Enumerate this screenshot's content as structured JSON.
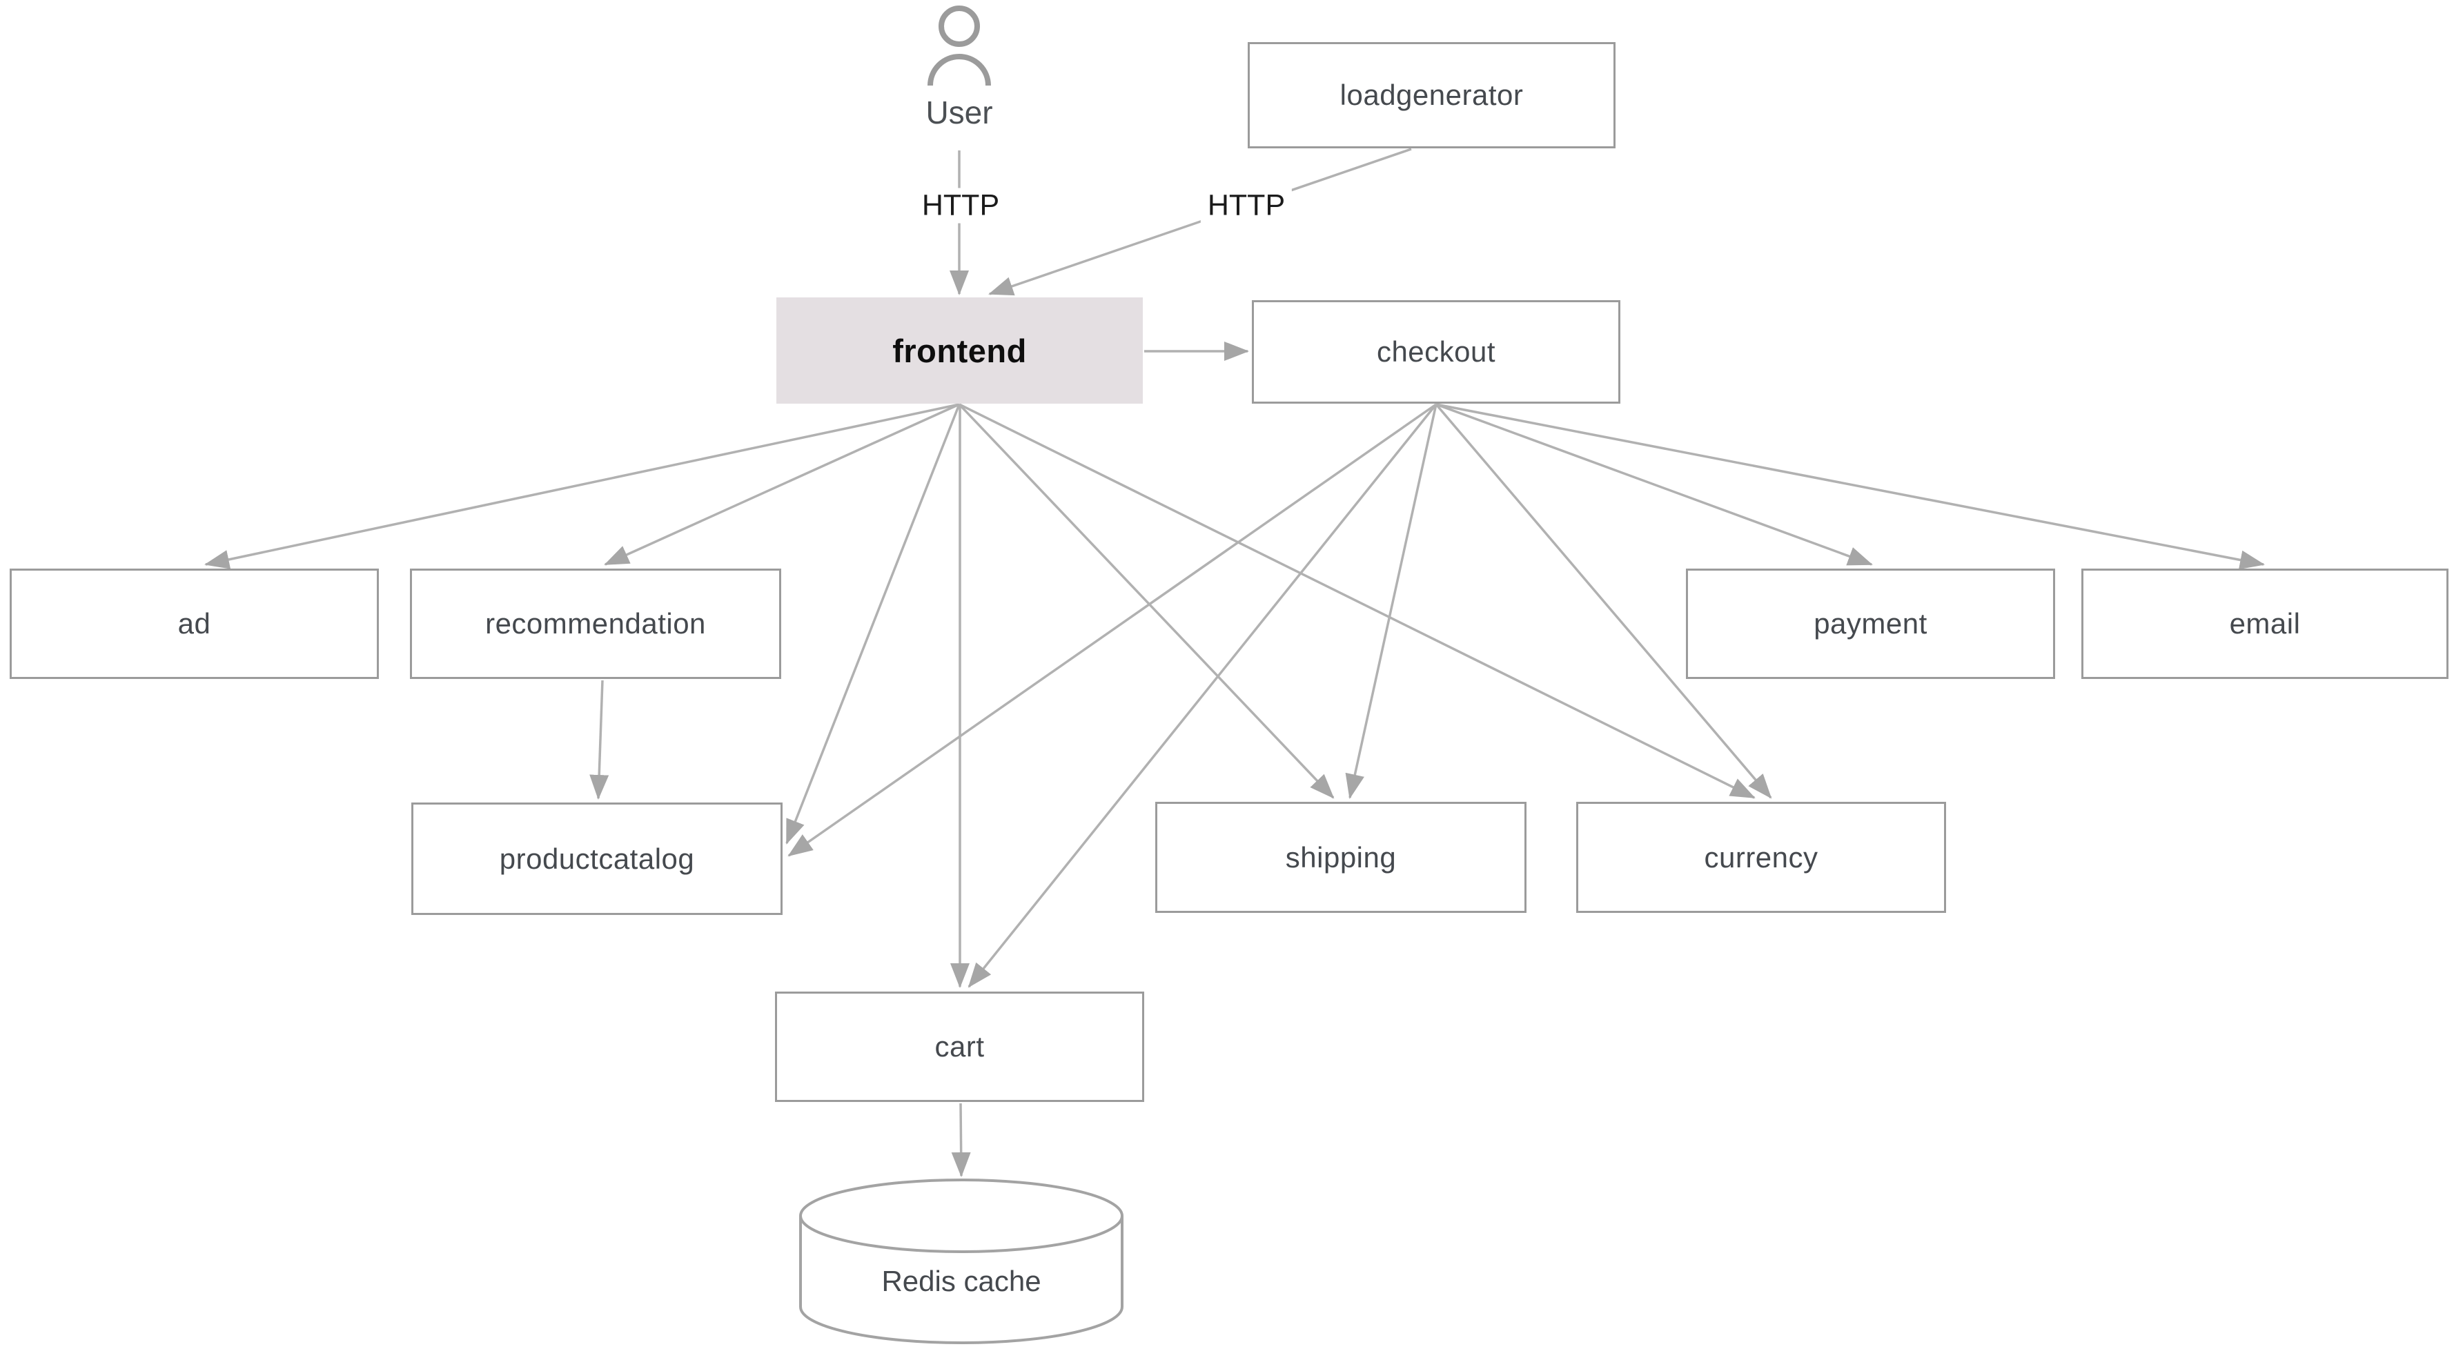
{
  "diagram": {
    "title": "microservices-architecture-diagram",
    "nodes": {
      "user": {
        "label": "User",
        "type": "actor"
      },
      "loadgenerator": {
        "label": "loadgenerator",
        "type": "box"
      },
      "frontend": {
        "label": "frontend",
        "type": "box-highlighted"
      },
      "checkout": {
        "label": "checkout",
        "type": "box"
      },
      "ad": {
        "label": "ad",
        "type": "box"
      },
      "recommendation": {
        "label": "recommendation",
        "type": "box"
      },
      "payment": {
        "label": "payment",
        "type": "box"
      },
      "email": {
        "label": "email",
        "type": "box"
      },
      "productcatalog": {
        "label": "productcatalog",
        "type": "box"
      },
      "shipping": {
        "label": "shipping",
        "type": "box"
      },
      "currency": {
        "label": "currency",
        "type": "box"
      },
      "cart": {
        "label": "cart",
        "type": "box"
      },
      "redis": {
        "label": "Redis cache",
        "type": "cylinder"
      }
    },
    "edge_labels": {
      "user_frontend": "HTTP",
      "loadgenerator_frontend": "HTTP"
    },
    "edges": [
      {
        "from": "user",
        "to": "frontend",
        "label": "HTTP"
      },
      {
        "from": "loadgenerator",
        "to": "frontend",
        "label": "HTTP"
      },
      {
        "from": "frontend",
        "to": "checkout"
      },
      {
        "from": "frontend",
        "to": "ad"
      },
      {
        "from": "frontend",
        "to": "recommendation"
      },
      {
        "from": "frontend",
        "to": "productcatalog"
      },
      {
        "from": "frontend",
        "to": "cart"
      },
      {
        "from": "frontend",
        "to": "shipping"
      },
      {
        "from": "frontend",
        "to": "currency"
      },
      {
        "from": "checkout",
        "to": "productcatalog"
      },
      {
        "from": "checkout",
        "to": "cart"
      },
      {
        "from": "checkout",
        "to": "shipping"
      },
      {
        "from": "checkout",
        "to": "currency"
      },
      {
        "from": "checkout",
        "to": "payment"
      },
      {
        "from": "checkout",
        "to": "email"
      },
      {
        "from": "recommendation",
        "to": "productcatalog"
      },
      {
        "from": "cart",
        "to": "redis"
      }
    ],
    "colors": {
      "background": "#ffffff",
      "edge_line": "#b1b1b1",
      "arrowhead": "#a6a6a6",
      "box_border": "#9b9b9b",
      "box_text": "#45494e",
      "highlight_fill": "#e4dfe2",
      "highlight_text": "#0e0e0e",
      "edge_label_text": "#1b1b1b",
      "actor_icon": "#9b9b9b"
    }
  }
}
